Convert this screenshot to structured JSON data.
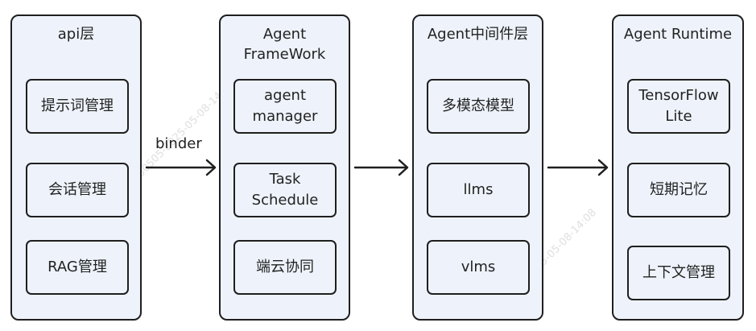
{
  "columns": [
    {
      "title": "api层",
      "boxes": [
        "提示词管理",
        "会话管理",
        "RAG管理"
      ]
    },
    {
      "title": "Agent\nFrameWork",
      "boxes": [
        "agent\nmanager",
        "Task\nSchedule",
        "端云协同"
      ]
    },
    {
      "title": "Agent中间件层",
      "boxes": [
        "多模态模型",
        "llms",
        "vlms"
      ]
    },
    {
      "title": "Agent Runtime",
      "boxes": [
        "TensorFlow\nLite",
        "短期记忆",
        "上下文管理"
      ]
    }
  ],
  "edges": [
    {
      "label": "binder"
    },
    {
      "label": ""
    },
    {
      "label": ""
    }
  ],
  "watermark": "20250505-2025-05-08-14:08"
}
